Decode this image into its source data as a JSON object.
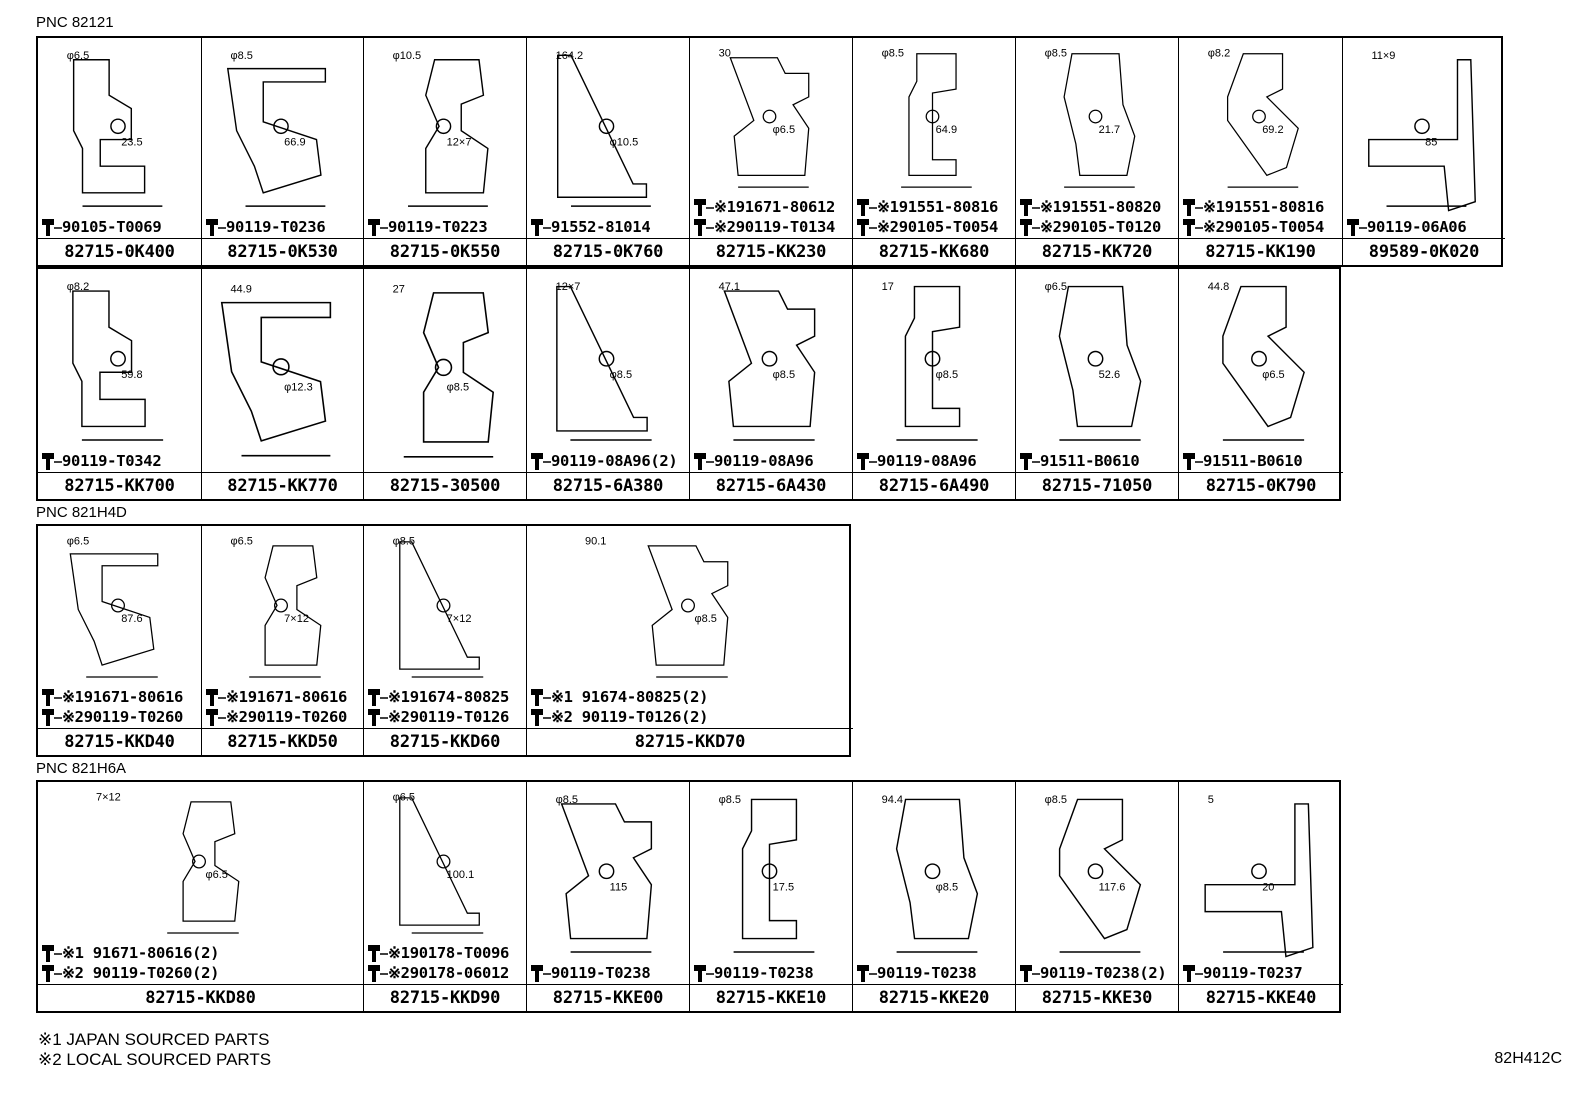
{
  "sections": [
    {
      "label": "PNC 82121",
      "rows": [
        [
          {
            "dims": [
              "φ6.5",
              "23.5"
            ],
            "fasteners": [
              "90105-T0069"
            ],
            "part": "82715-0K400"
          },
          {
            "dims": [
              "φ8.5",
              "66.9"
            ],
            "fasteners": [
              "90119-T0236"
            ],
            "part": "82715-0K530"
          },
          {
            "dims": [
              "φ10.5",
              "12×7"
            ],
            "fasteners": [
              "90119-T0223"
            ],
            "part": "82715-0K550"
          },
          {
            "dims": [
              "164.2",
              "φ10.5"
            ],
            "fasteners": [
              "91552-81014"
            ],
            "part": "82715-0K760"
          },
          {
            "dims": [
              "30",
              "φ6.5"
            ],
            "fasteners": [
              "※191671-80612",
              "※290119-T0134"
            ],
            "part": "82715-KK230"
          },
          {
            "dims": [
              "φ8.5",
              "64.9"
            ],
            "fasteners": [
              "※191551-80816",
              "※290105-T0054"
            ],
            "part": "82715-KK680"
          },
          {
            "dims": [
              "φ8.5",
              "21.7"
            ],
            "fasteners": [
              "※191551-80820",
              "※290105-T0120"
            ],
            "part": "82715-KK720"
          },
          {
            "dims": [
              "φ8.2",
              "69.2"
            ],
            "fasteners": [
              "※191551-80816",
              "※290105-T0054"
            ],
            "part": "82715-KK190"
          },
          {
            "dims": [
              "11×9",
              "85"
            ],
            "fasteners": [
              "90119-06A06"
            ],
            "part": "89589-0K020"
          }
        ],
        [
          {
            "dims": [
              "φ8.2",
              "59.8"
            ],
            "fasteners": [
              "90119-T0342"
            ],
            "part": "82715-KK700"
          },
          {
            "dims": [
              "44.9",
              "φ12.3"
            ],
            "fasteners": [],
            "part": "82715-KK770"
          },
          {
            "dims": [
              "27",
              "φ8.5"
            ],
            "fasteners": [],
            "part": "82715-30500"
          },
          {
            "dims": [
              "12×7",
              "φ8.5"
            ],
            "fasteners": [
              "90119-08A96(2)"
            ],
            "part": "82715-6A380"
          },
          {
            "dims": [
              "47.1",
              "φ8.5"
            ],
            "fasteners": [
              "90119-08A96"
            ],
            "part": "82715-6A430"
          },
          {
            "dims": [
              "17",
              "φ8.5"
            ],
            "fasteners": [
              "90119-08A96"
            ],
            "part": "82715-6A490"
          },
          {
            "dims": [
              "φ6.5",
              "52.6"
            ],
            "fasteners": [
              "91511-B0610"
            ],
            "part": "82715-71050"
          },
          {
            "dims": [
              "44.8",
              "φ6.5"
            ],
            "fasteners": [
              "91511-B0610"
            ],
            "part": "82715-0K790"
          }
        ]
      ]
    },
    {
      "label": "PNC 821H4D",
      "rows": [
        [
          {
            "dims": [
              "φ6.5",
              "87.6"
            ],
            "fasteners": [
              "※191671-80616",
              "※290119-T0260"
            ],
            "part": "82715-KKD40"
          },
          {
            "dims": [
              "φ6.5",
              "7×12"
            ],
            "fasteners": [
              "※191671-80616",
              "※290119-T0260"
            ],
            "part": "82715-KKD50"
          },
          {
            "dims": [
              "φ8.5",
              "7×12"
            ],
            "fasteners": [
              "※191674-80825",
              "※290119-T0126"
            ],
            "part": "82715-KKD60"
          },
          {
            "dims": [
              "90.1",
              "φ8.5"
            ],
            "fasteners": [
              "※1 91674-80825(2)",
              "※2 90119-T0126(2)"
            ],
            "part": "82715-KKD70"
          }
        ]
      ]
    },
    {
      "label": "PNC 821H6A",
      "rows": [
        [
          {
            "dims": [
              "7×12",
              "φ6.5"
            ],
            "fasteners": [
              "※1 91671-80616(2)",
              "※2 90119-T0260(2)"
            ],
            "part": "82715-KKD80"
          },
          {
            "dims": [
              "φ6.5",
              "100.1"
            ],
            "fasteners": [
              "※190178-T0096",
              "※290178-06012"
            ],
            "part": "82715-KKD90"
          },
          {
            "dims": [
              "φ8.5",
              "115"
            ],
            "fasteners": [
              "90119-T0238"
            ],
            "part": "82715-KKE00"
          },
          {
            "dims": [
              "φ8.5",
              "17.5"
            ],
            "fasteners": [
              "90119-T0238"
            ],
            "part": "82715-KKE10"
          },
          {
            "dims": [
              "94.4",
              "φ8.5"
            ],
            "fasteners": [
              "90119-T0238"
            ],
            "part": "82715-KKE20"
          },
          {
            "dims": [
              "φ8.5",
              "117.6"
            ],
            "fasteners": [
              "90119-T0238(2)"
            ],
            "part": "82715-KKE30"
          },
          {
            "dims": [
              "5",
              "20"
            ],
            "fasteners": [
              "90119-T0237"
            ],
            "part": "82715-KKE40"
          }
        ]
      ]
    }
  ],
  "notes": [
    "※1 JAPAN SOURCED PARTS",
    "※2 LOCAL SOURCED PARTS"
  ],
  "drawing_number": "82H412C"
}
